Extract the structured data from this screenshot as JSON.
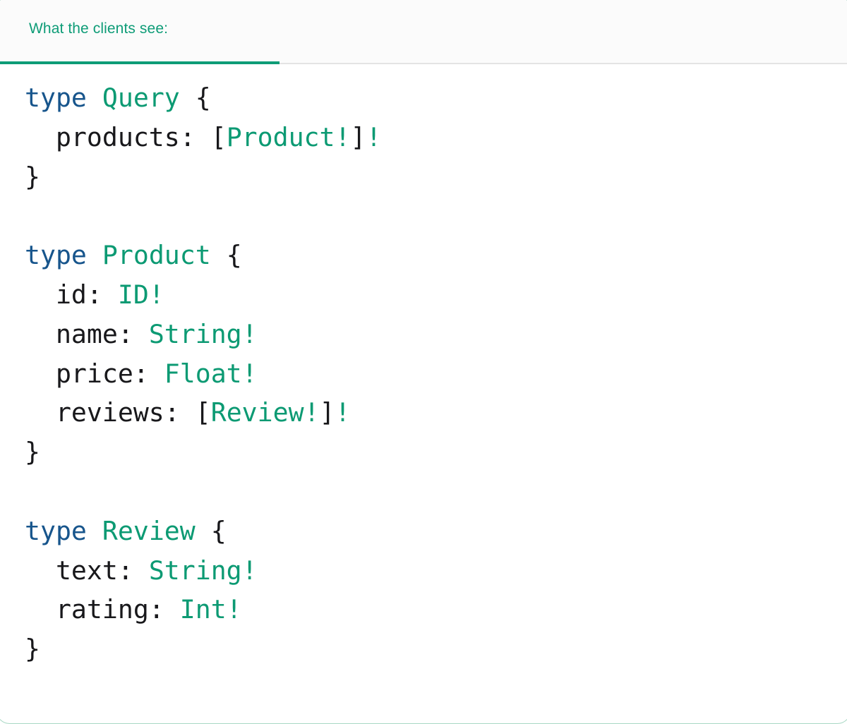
{
  "card": {
    "accent_green": "#0e9c77",
    "border_color": "#a8d8c4",
    "background": "#ffffff"
  },
  "header": {
    "tab_label": "What the clients see:",
    "tab_underline_color": "#0e9c77",
    "tab_background": "#fbfbfb",
    "divider_color": "#e4e4e4"
  },
  "code": {
    "language": "graphql",
    "colors": {
      "keyword": "#17558c",
      "type": "#0c9a73",
      "punctuation": "#18181b",
      "field": "#18181b"
    },
    "lines": [
      {
        "id": "l1",
        "tokens": [
          {
            "t": "type",
            "c": "kw"
          },
          {
            "t": " ",
            "c": "pn"
          },
          {
            "t": "Query",
            "c": "tp"
          },
          {
            "t": " {",
            "c": "pn"
          }
        ]
      },
      {
        "id": "l2",
        "tokens": [
          {
            "t": "  products: ",
            "c": "pn"
          },
          {
            "t": "[",
            "c": "pn"
          },
          {
            "t": "Product!",
            "c": "tp"
          },
          {
            "t": "]",
            "c": "pn"
          },
          {
            "t": "!",
            "c": "tp"
          }
        ]
      },
      {
        "id": "l3",
        "tokens": [
          {
            "t": "}",
            "c": "pn"
          }
        ]
      },
      {
        "id": "l4",
        "tokens": []
      },
      {
        "id": "l5",
        "tokens": [
          {
            "t": "type",
            "c": "kw"
          },
          {
            "t": " ",
            "c": "pn"
          },
          {
            "t": "Product",
            "c": "tp"
          },
          {
            "t": " {",
            "c": "pn"
          }
        ]
      },
      {
        "id": "l6",
        "tokens": [
          {
            "t": "  id: ",
            "c": "pn"
          },
          {
            "t": "ID!",
            "c": "tp"
          }
        ]
      },
      {
        "id": "l7",
        "tokens": [
          {
            "t": "  name: ",
            "c": "pn"
          },
          {
            "t": "String!",
            "c": "tp"
          }
        ]
      },
      {
        "id": "l8",
        "tokens": [
          {
            "t": "  price: ",
            "c": "pn"
          },
          {
            "t": "Float!",
            "c": "tp"
          }
        ]
      },
      {
        "id": "l9",
        "tokens": [
          {
            "t": "  reviews: ",
            "c": "pn"
          },
          {
            "t": "[",
            "c": "pn"
          },
          {
            "t": "Review!",
            "c": "tp"
          },
          {
            "t": "]",
            "c": "pn"
          },
          {
            "t": "!",
            "c": "tp"
          }
        ]
      },
      {
        "id": "l10",
        "tokens": [
          {
            "t": "}",
            "c": "pn"
          }
        ]
      },
      {
        "id": "l11",
        "tokens": []
      },
      {
        "id": "l12",
        "tokens": [
          {
            "t": "type",
            "c": "kw"
          },
          {
            "t": " ",
            "c": "pn"
          },
          {
            "t": "Review",
            "c": "tp"
          },
          {
            "t": " {",
            "c": "pn"
          }
        ]
      },
      {
        "id": "l13",
        "tokens": [
          {
            "t": "  text: ",
            "c": "pn"
          },
          {
            "t": "String!",
            "c": "tp"
          }
        ]
      },
      {
        "id": "l14",
        "tokens": [
          {
            "t": "  rating: ",
            "c": "pn"
          },
          {
            "t": "Int!",
            "c": "tp"
          }
        ]
      },
      {
        "id": "l15",
        "tokens": [
          {
            "t": "}",
            "c": "pn"
          }
        ]
      }
    ],
    "plain_text": "type Query {\n  products: [Product!]!\n}\n\ntype Product {\n  id: ID!\n  name: String!\n  price: Float!\n  reviews: [Review!]!\n}\n\ntype Review {\n  text: String!\n  rating: Int!\n}"
  }
}
